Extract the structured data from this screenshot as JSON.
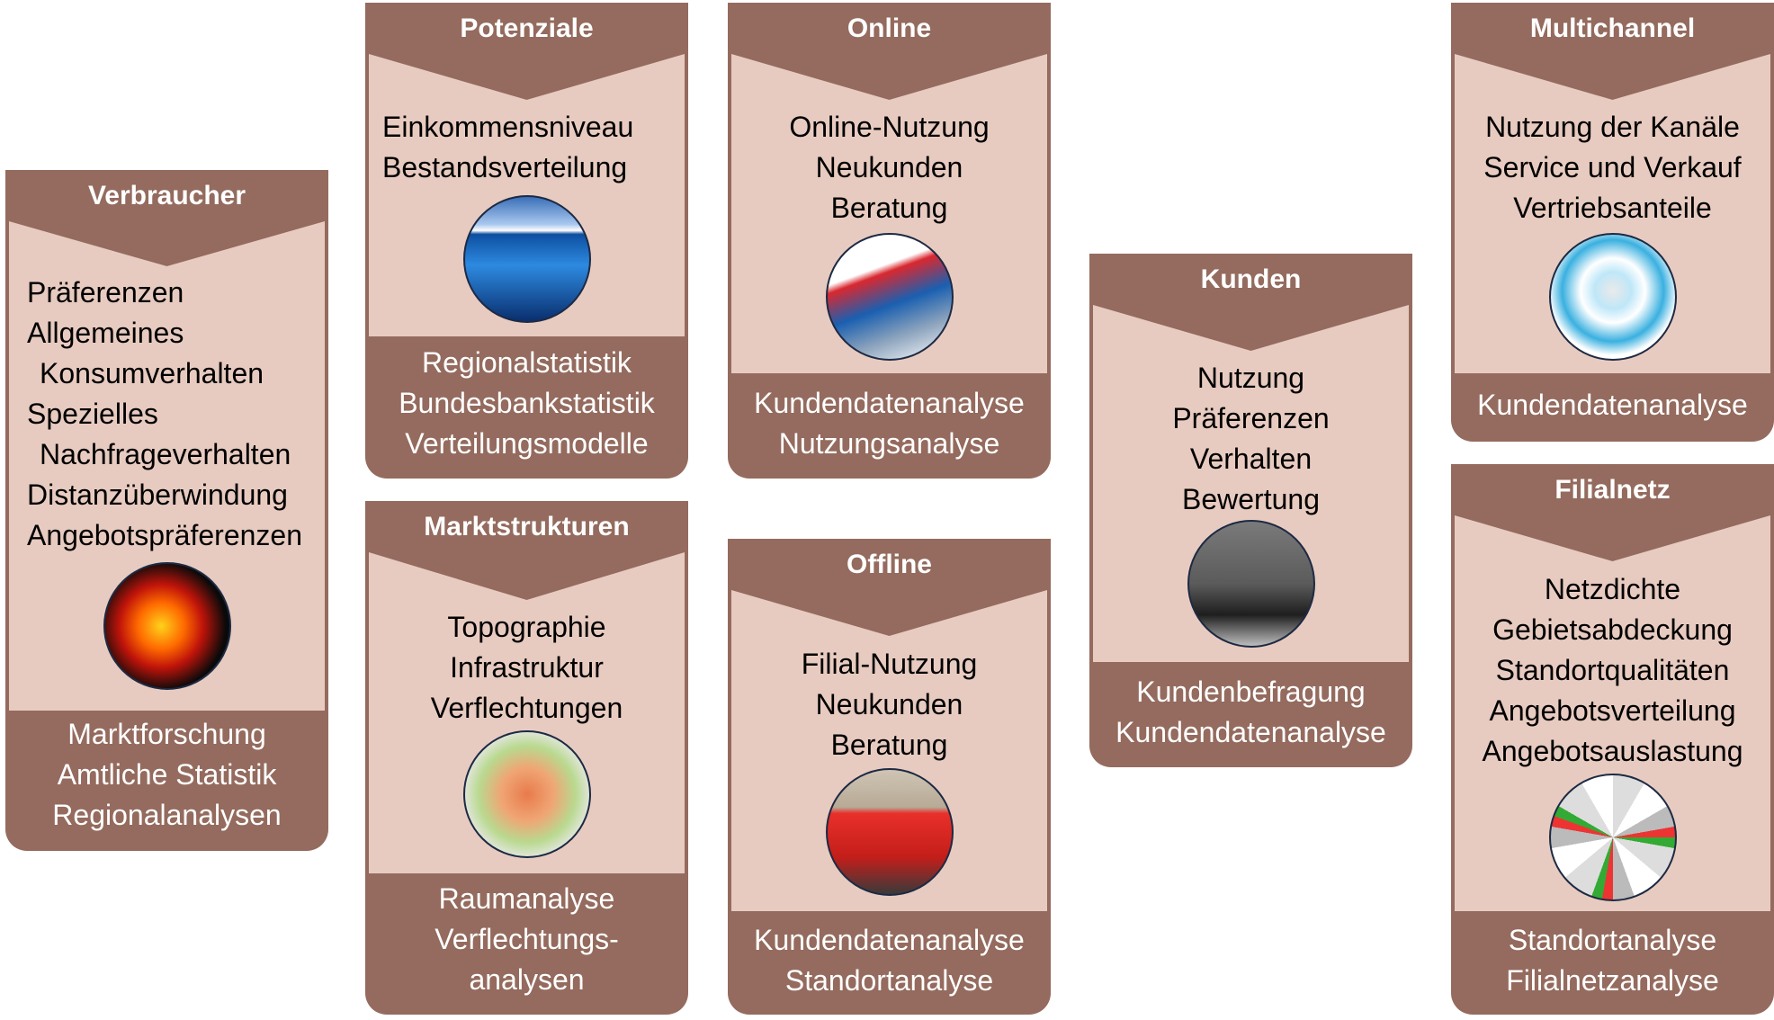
{
  "colors": {
    "header": "#946b5e",
    "panel": "#e8cbc0",
    "header_text": "#ffffff",
    "body_text": "#000000"
  },
  "cards": [
    {
      "id": "verbraucher",
      "title": "Verbraucher",
      "align": "left",
      "items": [
        "Präferenzen",
        "Allgemeines",
        " Konsumverhalten",
        "Spezielles",
        " Nachfrageverhalten",
        "Distanzüberwindung",
        "Angebotspräferenzen"
      ],
      "image": "gummy-bear-image",
      "methods": [
        "Marktforschung",
        "Amtliche Statistik",
        "Regionalanalysen"
      ]
    },
    {
      "id": "potenziale",
      "title": "Potenziale",
      "align": "left",
      "items": [
        "Einkommensniveau",
        "Bestandsverteilung"
      ],
      "image": "iceberg-image",
      "methods": [
        "Regionalstatistik",
        "Bundesbankstatistik",
        "Verteilungsmodelle"
      ]
    },
    {
      "id": "marktstrukturen",
      "title": "Marktstrukturen",
      "align": "center",
      "items": [
        "Topographie",
        "Infrastruktur",
        "Verflechtungen"
      ],
      "image": "city-map-image",
      "methods": [
        "Raumanalyse",
        "Verflechtungs-",
        "analysen"
      ]
    },
    {
      "id": "online",
      "title": "Online",
      "align": "center",
      "items": [
        "Online-Nutzung",
        "Neukunden",
        "Beratung"
      ],
      "image": "laptop-card-image",
      "methods": [
        "Kundendatenanalyse",
        "Nutzungsanalyse"
      ]
    },
    {
      "id": "offline",
      "title": "Offline",
      "align": "center",
      "items": [
        "Filial-Nutzung",
        "Neukunden",
        "Beratung"
      ],
      "image": "branch-storefront-image",
      "methods": [
        "Kundendatenanalyse",
        "Standortanalyse"
      ]
    },
    {
      "id": "kunden",
      "title": "Kunden",
      "align": "center",
      "items": [
        "Nutzung",
        "Präferenzen",
        "Verhalten",
        "Bewertung"
      ],
      "image": "crowd-photo-image",
      "methods": [
        "Kundenbefragung",
        "Kundendatenanalyse"
      ]
    },
    {
      "id": "multichannel",
      "title": "Multichannel",
      "align": "center",
      "items": [
        "Nutzung der Kanäle",
        "Service und Verkauf",
        "Vertriebsanteile"
      ],
      "image": "globe-arrows-image",
      "methods": [
        "Kundendatenanalyse"
      ]
    },
    {
      "id": "filialnetz",
      "title": "Filialnetz",
      "align": "center",
      "items": [
        "Netzdichte",
        "Gebietsabdeckung",
        "Standortqualitäten",
        "Angebotsverteilung",
        "Angebotsauslastung"
      ],
      "image": "hexagon-network-image",
      "methods": [
        "Standortanalyse",
        "Filialnetzanalyse"
      ]
    }
  ]
}
